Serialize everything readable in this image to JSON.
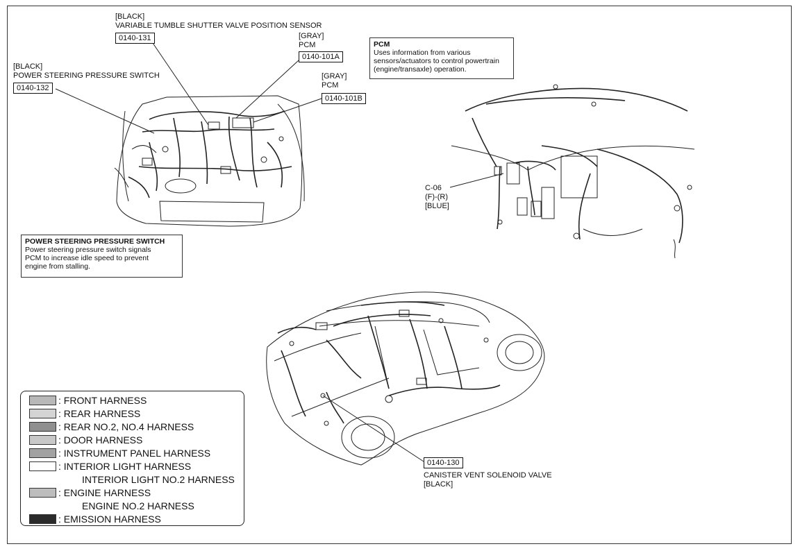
{
  "labels": {
    "vtsv_color": "[BLACK]",
    "vtsv_name": "VARIABLE TUMBLE SHUTTER VALVE POSITION SENSOR",
    "vtsv_code": "0140-131",
    "psps_color": "[BLACK]",
    "psps_name": "POWER STEERING PRESSURE SWITCH",
    "psps_code": "0140-132",
    "pcm_a_color": "[GRAY]",
    "pcm_a_name": "PCM",
    "pcm_a_code": "0140-101A",
    "pcm_b_color": "[GRAY]",
    "pcm_b_name": "PCM",
    "pcm_b_code": "0140-101B",
    "c06_line1": "C-06",
    "c06_line2": "(F)-(R)",
    "c06_line3": "[BLUE]",
    "cvsv_code": "0140-130",
    "cvsv_name": "CANISTER VENT SOLENOID VALVE",
    "cvsv_color": "[BLACK]"
  },
  "notes": {
    "pcm": {
      "title": "PCM",
      "line1": "Uses information from various",
      "line2": "sensors/actuators to control powertrain",
      "line3": "(engine/transaxle) operation."
    },
    "psps": {
      "title": "POWER STEERING PRESSURE SWITCH",
      "line1": "Power steering pressure switch signals",
      "line2": "PCM to increase idle speed to prevent",
      "line3": "engine from stalling."
    }
  },
  "legend": {
    "items": [
      {
        "label": ": FRONT HARNESS",
        "swatch": "#b8b8b8"
      },
      {
        "label": ": REAR HARNESS",
        "swatch": "#d4d4d4"
      },
      {
        "label": ": REAR NO.2, NO.4 HARNESS",
        "swatch": "#8f8f8f"
      },
      {
        "label": ": DOOR HARNESS",
        "swatch": "#c8c8c8"
      },
      {
        "label": ": INSTRUMENT PANEL HARNESS",
        "swatch": "#a2a2a2"
      },
      {
        "label": ": INTERIOR LIGHT HARNESS",
        "swatch": "#ffffff"
      },
      {
        "label": ": ENGINE HARNESS",
        "swatch": "#bdbdbd"
      },
      {
        "label": ": EMISSION HARNESS",
        "swatch": "#2b2b2b"
      }
    ],
    "interior_sub": "INTERIOR LIGHT NO.2 HARNESS",
    "engine_sub": "ENGINE NO.2 HARNESS"
  }
}
